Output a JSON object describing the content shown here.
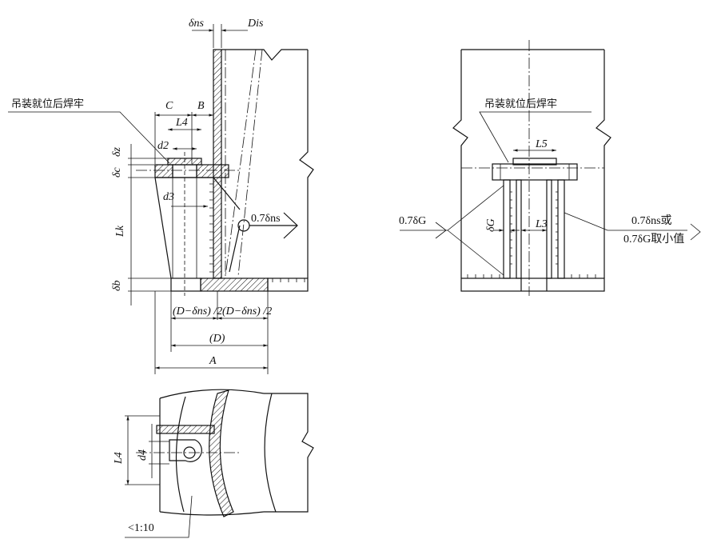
{
  "labels": {
    "delta_ns": "δns",
    "D_is": "Dis",
    "weld_note_left": "吊装就位后焊牢",
    "weld_note_right": "吊装就位后焊牢",
    "C": "C",
    "B": "B",
    "L4": "L4",
    "d2": "d2",
    "delta_z": "δz",
    "delta_c": "δc",
    "d3": "d3",
    "Lk": "Lk",
    "delta_b": "δb",
    "fillet_07ns": "0.7δns",
    "half_minus": "(D−δns) /2",
    "half_plus": "(D−δns) /2",
    "D_paren": "(D)",
    "A": "A",
    "L5": "L5",
    "fillet_07G": "0.7δG",
    "delta_G": "δG",
    "L3": "L3",
    "fillet_choice_1": "0.7δns或",
    "fillet_choice_2": "0.7δG取小值",
    "bottom_L4": "L4",
    "d4": "d4",
    "slope": "<1:10"
  }
}
